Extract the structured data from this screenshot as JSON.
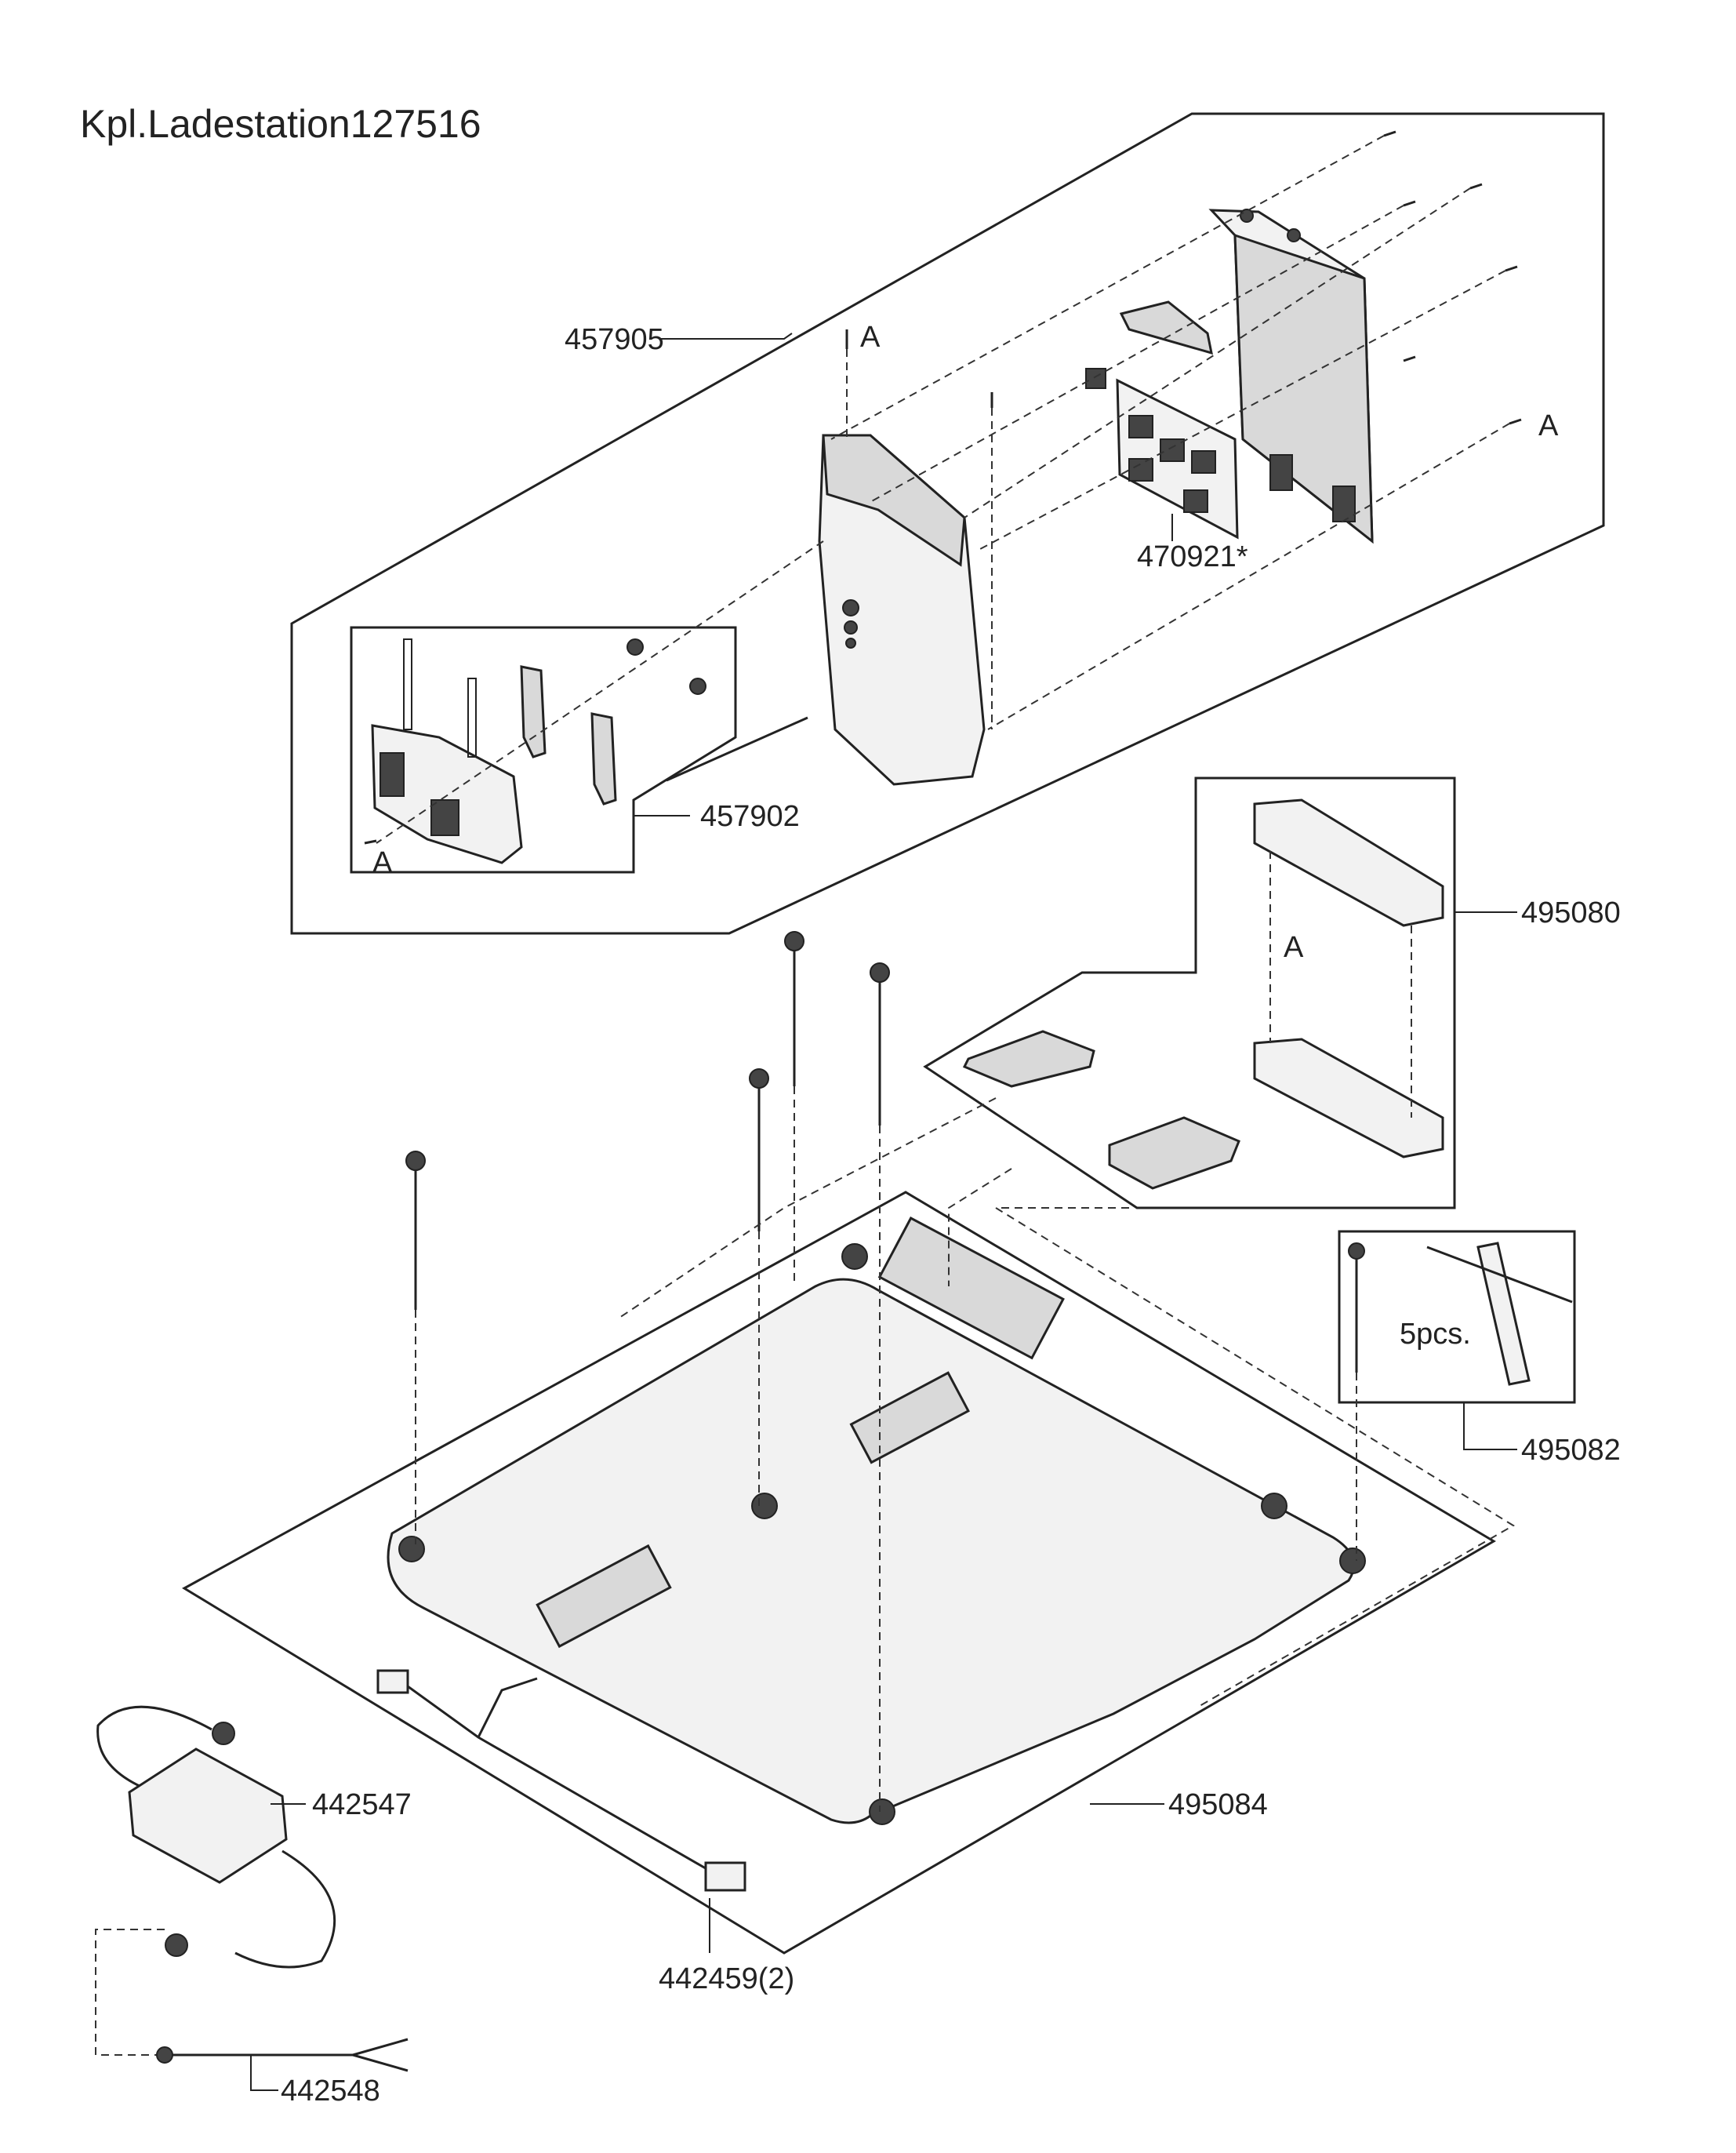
{
  "title": "Kpl.Ladestation127516",
  "parts": {
    "p457905": "457905",
    "p470921": "470921*",
    "p457902": "457902",
    "p495080": "495080",
    "p495082": "495082",
    "p495084": "495084",
    "p442547": "442547",
    "p442459": "442459(2)",
    "p442548": "442548"
  },
  "notes": {
    "pcs": "5pcs.",
    "markerA": "A"
  }
}
